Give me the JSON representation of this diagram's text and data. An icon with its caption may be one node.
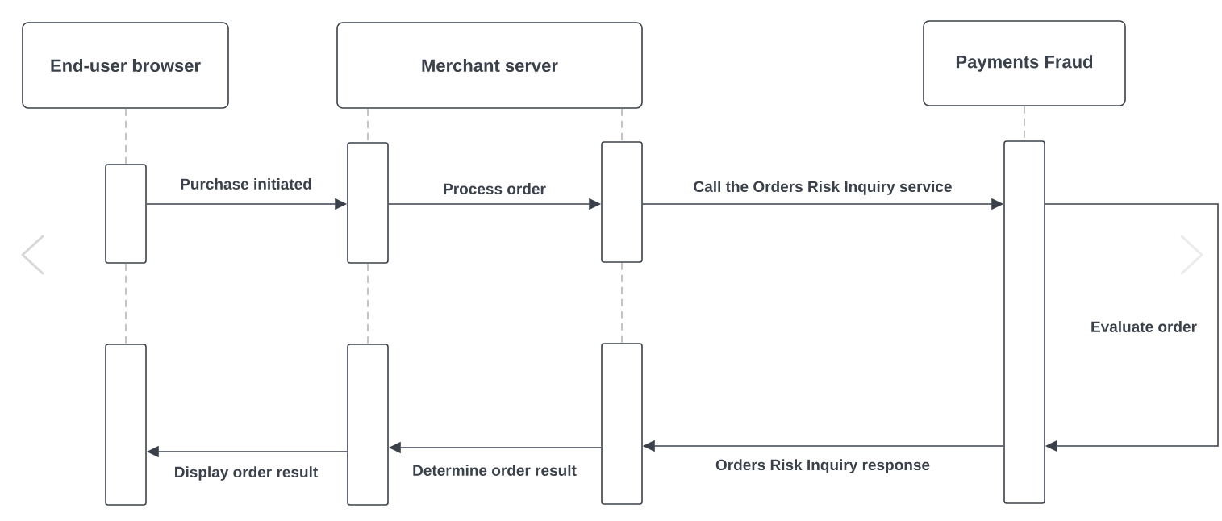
{
  "diagram": {
    "nodes": [
      {
        "text": [
          "End-user browser"
        ]
      },
      {
        "text": [
          "Merchant server"
        ]
      },
      {
        "text": [
          "Payments Fraud"
        ]
      },
      {
        "text": [],
        "shape": "bar"
      },
      {
        "text": [],
        "shape": "bar"
      },
      {
        "text": [],
        "shape": "bar"
      },
      {
        "text": [],
        "shape": "bar"
      },
      {
        "text": [],
        "shape": "bar"
      },
      {
        "text": [],
        "shape": "bar"
      },
      {
        "text": [],
        "shape": "bar"
      }
    ],
    "edges": [
      {
        "from": 0,
        "to": 3,
        "arrow": "none",
        "style": "dashed",
        "color": "#8a8a8a"
      },
      {
        "from": 3,
        "to": 7,
        "arrow": "none",
        "style": "dashed",
        "color": "#8a8a8a"
      },
      {
        "from": 1,
        "to": 4,
        "arrow": "none",
        "style": "dashed",
        "color": "#8a8a8a"
      },
      {
        "from": 4,
        "to": 8,
        "arrow": "none",
        "style": "dashed",
        "color": "#8a8a8a"
      },
      {
        "from": 1,
        "to": 5,
        "arrow": "none",
        "style": "dashed",
        "color": "#8a8a8a"
      },
      {
        "from": 5,
        "to": 9,
        "arrow": "none",
        "style": "dashed",
        "color": "#8a8a8a"
      },
      {
        "from": 2,
        "to": 6,
        "arrow": "none",
        "style": "dashed",
        "color": "#8a8a8a"
      },
      {
        "from": 3,
        "to": 4,
        "arrow": "to",
        "label": "Purchase initiated"
      },
      {
        "from": 4,
        "to": 5,
        "arrow": "to",
        "label": "Process order"
      },
      {
        "from": 5,
        "to": 6,
        "arrow": "to",
        "label": "Call the Orders Risk Inquiry service"
      },
      {
        "from": 6,
        "to": 6,
        "arrow": "to",
        "label": "Evaluate order"
      },
      {
        "from": 6,
        "to": 9,
        "arrow": "to",
        "label": "Orders Risk Inquiry response"
      },
      {
        "from": 9,
        "to": 8,
        "arrow": "to",
        "label": "Determine order result"
      },
      {
        "from": 8,
        "to": 7,
        "arrow": "to",
        "label": "Display order result"
      }
    ]
  }
}
